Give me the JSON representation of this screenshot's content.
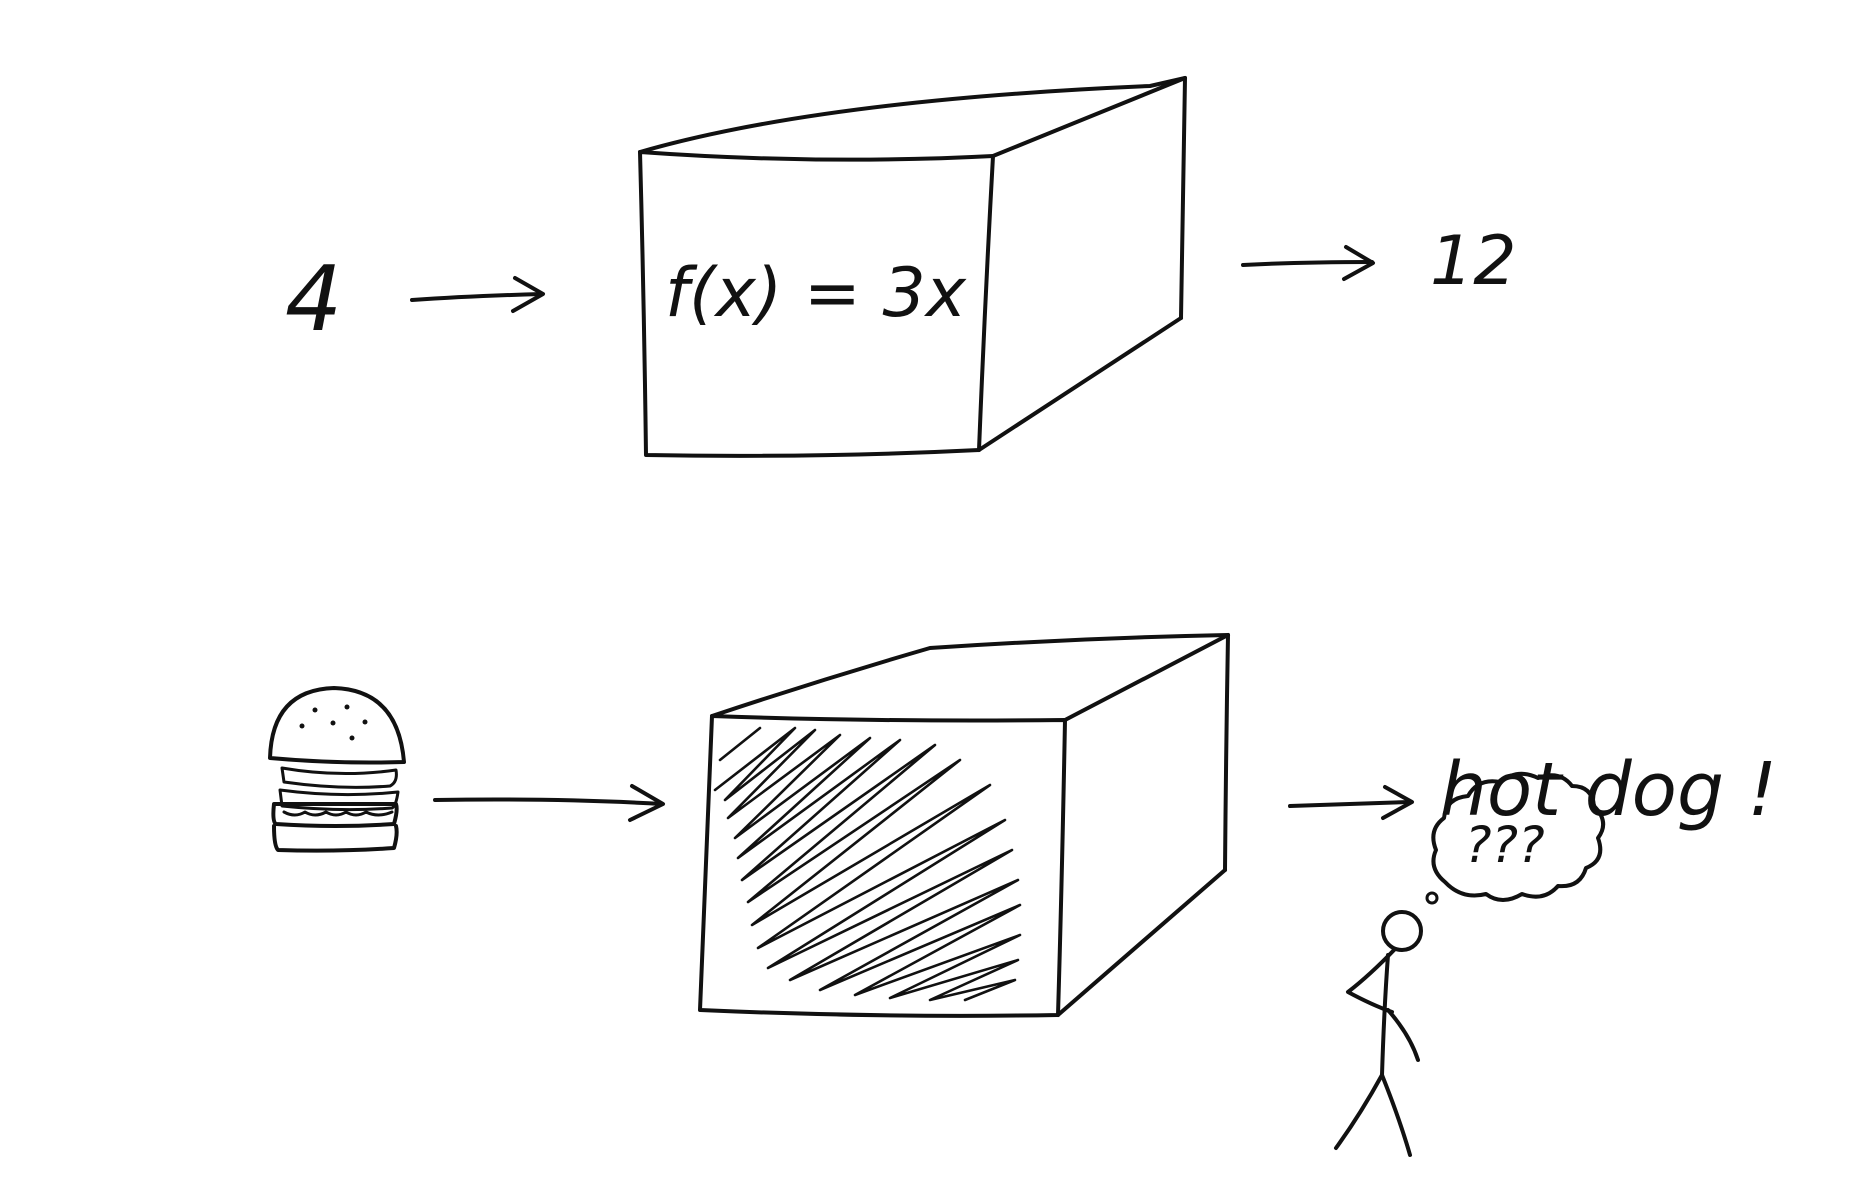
{
  "top_row": {
    "input_label": "4",
    "function_label": "f(x) = 3x",
    "output_label": "12"
  },
  "bottom_row": {
    "input_icon": "hamburger-icon",
    "box_state": "opaque",
    "output_label": "hot dog !",
    "thought_label": "???"
  },
  "colors": {
    "ink": "#111111",
    "paper": "#ffffff"
  }
}
